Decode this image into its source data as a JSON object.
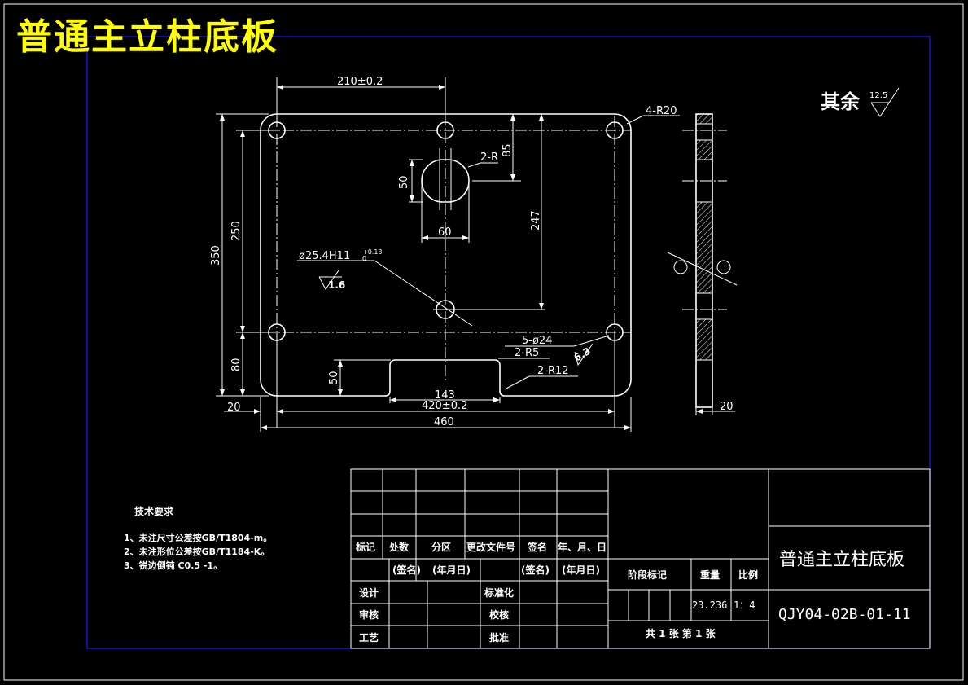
{
  "drawing": {
    "big_title": "普通主立柱底板",
    "roughness": {
      "label": "其余",
      "value": "12.5"
    }
  },
  "dimensions": {
    "d210": "210±0.2",
    "d85": "85",
    "d50_slot": "50",
    "d60": "60",
    "d247": "247",
    "d250": "250",
    "d350": "350",
    "d80": "80",
    "d50_notch": "50",
    "d143": "143",
    "d420": "420±0.2",
    "d460": "460",
    "d20_left": "20",
    "d20_side": "20",
    "r4": "4-R20",
    "r2": "2-R",
    "hole_main": "ø25.4H11",
    "hole_tol": "+0.13",
    "hole_tol_low": "0",
    "roughness_hole": "1.6",
    "holes5": "5-ø24",
    "r5": "2-R5",
    "r12": "2-R12",
    "roughness_63": "6.3"
  },
  "tech": {
    "heading": "技术要求",
    "items": [
      "1、未注尺寸公差按GB/T1804-m。",
      "2、未注形位公差按GB/T1184-K。",
      "3、锐边倒钝 C0.5 -1。"
    ]
  },
  "titleblock": {
    "headers": [
      "标记",
      "处数",
      "分区",
      "更改文件号",
      "签名",
      "年、月、日"
    ],
    "sign_row": [
      "(签名)",
      "(年月日)",
      "(签名)",
      "(年月日)"
    ],
    "roles": [
      "设计",
      "审核",
      "工艺"
    ],
    "roles2": [
      "标准化",
      "校核",
      "批准"
    ],
    "stage": "阶段标记",
    "weight_label": "重量",
    "scale_label": "比例",
    "weight": "23.236",
    "scale": "1：4",
    "sheets": "共 1 张  第 1 张",
    "part_name": "普通主立柱底板",
    "part_no": "QJY04-02B-01-11"
  }
}
